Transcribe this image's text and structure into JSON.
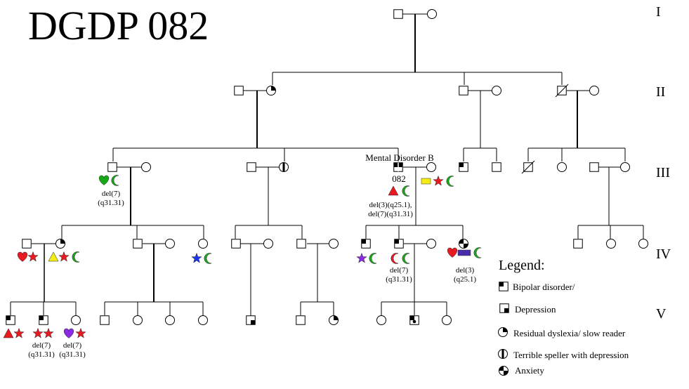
{
  "title": "DGDP 082",
  "generations": [
    "I",
    "II",
    "III",
    "IV",
    "V"
  ],
  "proband": {
    "label": "Mental Disorder B",
    "id": "082"
  },
  "annotations": {
    "iii_left": [
      "del(7)",
      "(q31.31)"
    ],
    "iii_proband": [
      "del(3)(q25.1),",
      "del(7)(q31.31)"
    ],
    "iv_middle": [
      "del(7)",
      "(q31.31)"
    ],
    "iv_right": [
      "del(3)",
      "(q25.1)"
    ],
    "v_second": [
      "del(7)",
      "(q31.31)"
    ],
    "v_third": [
      "del(7)",
      "(q31.31)"
    ]
  },
  "legend": {
    "title": "Legend:",
    "items": [
      {
        "label": "Bipolar disorder/",
        "symbol": "bipolar-icon"
      },
      {
        "label": "Depression",
        "symbol": "depression-icon"
      },
      {
        "label": "Residual dyslexia/ slow reader",
        "symbol": "dyslexia-icon"
      },
      {
        "label": "Terrible speller with depression",
        "symbol": "speller-icon"
      },
      {
        "label": "Anxiety",
        "symbol": "anxiety-icon"
      }
    ]
  },
  "colors": {
    "red": "#e8191f",
    "green": "#17a817",
    "yellow": "#f4ec14",
    "purple": "#8a2be2",
    "blue": "#1c33f0",
    "indigo": "#4b2ca8"
  }
}
